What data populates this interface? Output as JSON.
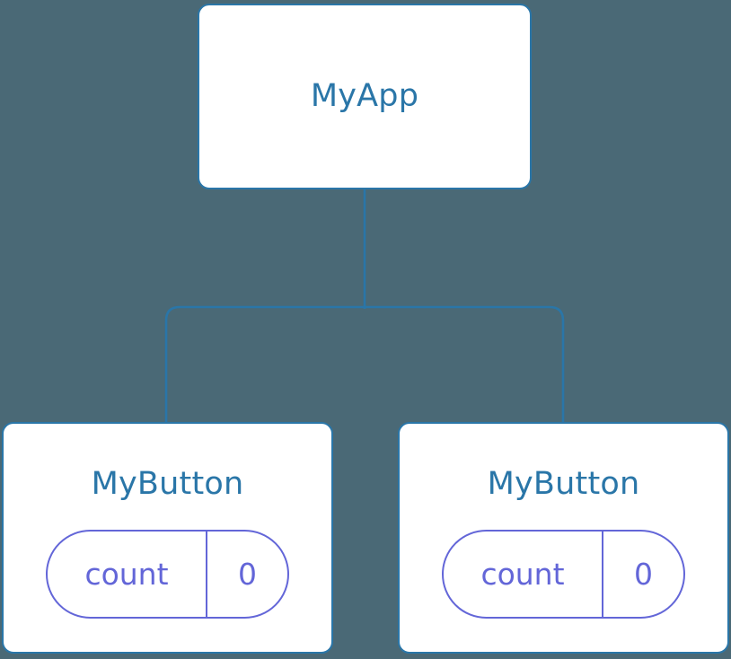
{
  "diagram": {
    "type": "component-tree",
    "background_color": "#4a6976",
    "node_border_color": "#2a76a8",
    "node_text_color": "#2a76a8",
    "state_accent_color": "#6366d8",
    "edge_color": "#2a76a8"
  },
  "nodes": {
    "root": {
      "title": "MyApp"
    },
    "left_child": {
      "title": "MyButton",
      "state": {
        "key": "count",
        "value": "0"
      }
    },
    "right_child": {
      "title": "MyButton",
      "state": {
        "key": "count",
        "value": "0"
      }
    }
  }
}
